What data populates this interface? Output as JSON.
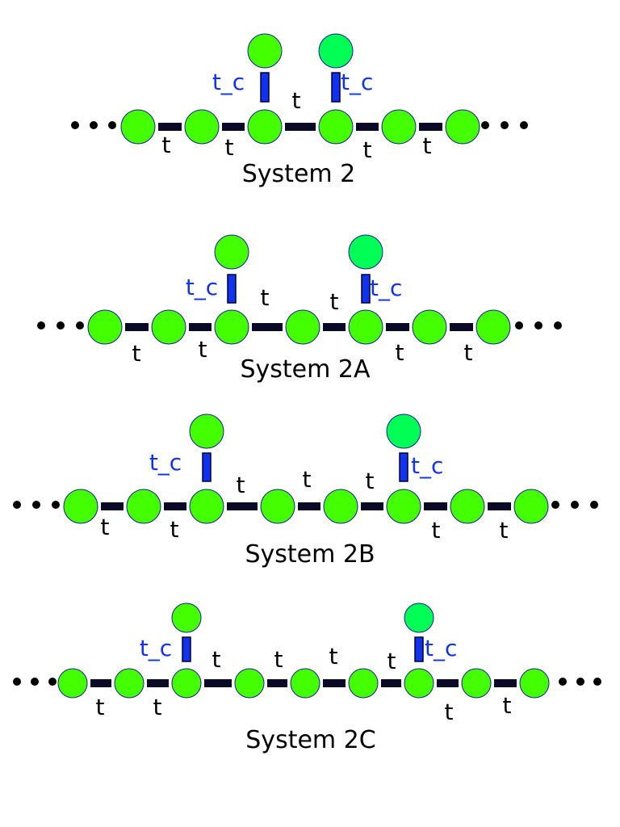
{
  "hopping_label": "t",
  "coupling_label": "t_c",
  "colors": {
    "site": "#44ff00",
    "pendant_site": "#00ff55",
    "bond": "#0a0a28",
    "coupler": "#1133ee",
    "coupling_text": "#1133ee"
  },
  "systems": [
    {
      "title": "System 2",
      "chain_bonds_between_couplings": 1
    },
    {
      "title": "System 2A",
      "chain_bonds_between_couplings": 2
    },
    {
      "title": "System 2B",
      "chain_bonds_between_couplings": 3
    },
    {
      "title": "System 2C",
      "chain_bonds_between_couplings": 4
    }
  ]
}
